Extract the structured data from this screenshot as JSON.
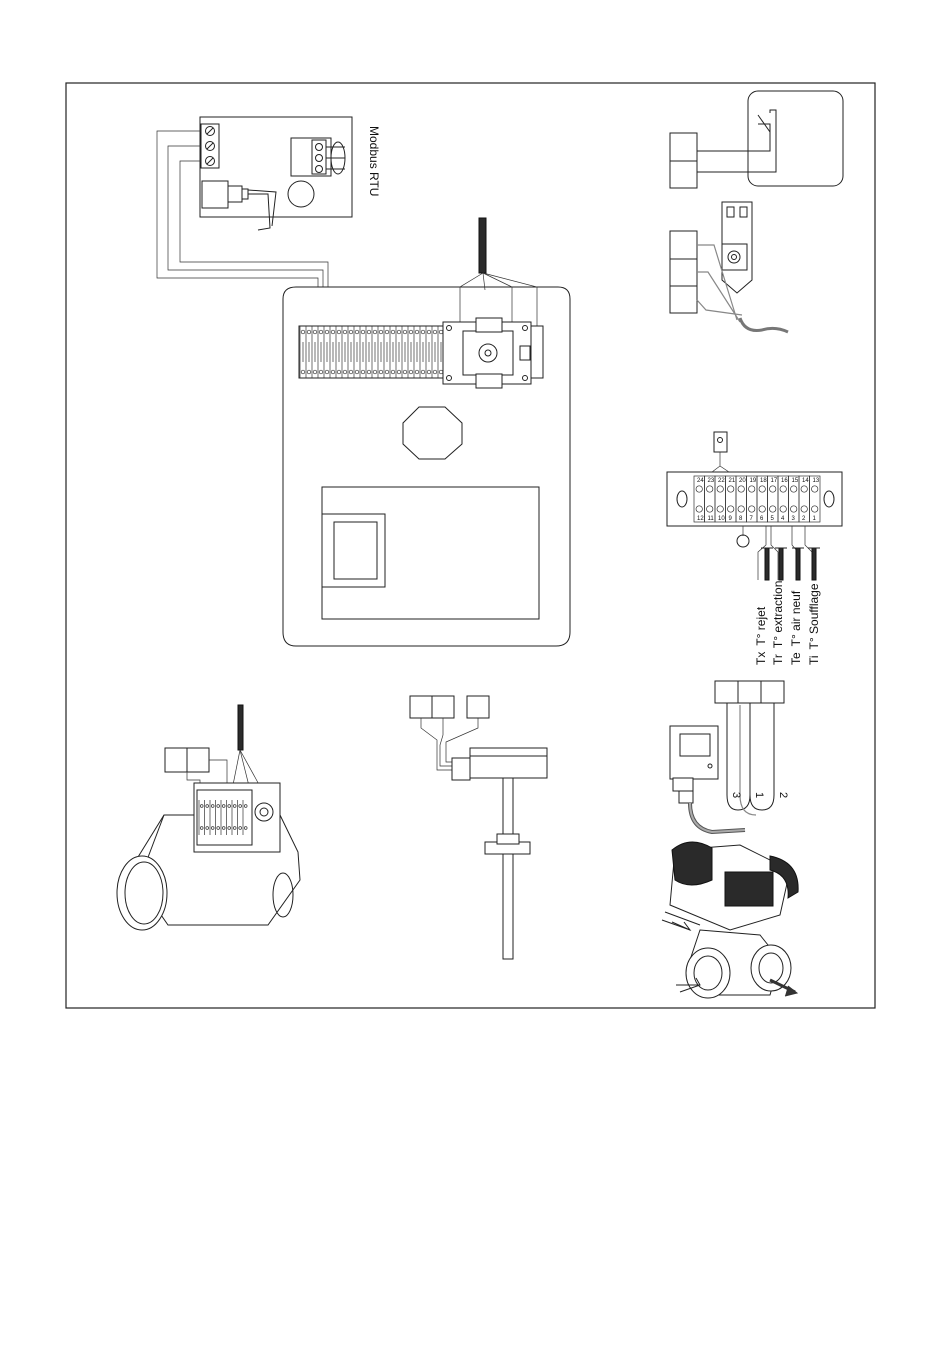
{
  "modbus": {
    "label": "Modbus RTU"
  },
  "sensors": [
    {
      "code": "Tx",
      "name": "T° rejet"
    },
    {
      "code": "Tr",
      "name": "T° extraction"
    },
    {
      "code": "Te",
      "name": "T° air neuf"
    },
    {
      "code": "Ti",
      "name": "T° Soufflage"
    }
  ],
  "terminal_strip": {
    "top_numbers": [
      "24",
      "23",
      "22",
      "21",
      "20",
      "19",
      "18",
      "17",
      "16",
      "15",
      "14",
      "13"
    ],
    "bottom_numbers": [
      "12",
      "11",
      "10",
      "9",
      "8",
      "7",
      "6",
      "5",
      "4",
      "3",
      "2",
      "1"
    ]
  },
  "valve_actuator": {
    "wire_numbers": [
      "3",
      "1",
      "2"
    ]
  }
}
